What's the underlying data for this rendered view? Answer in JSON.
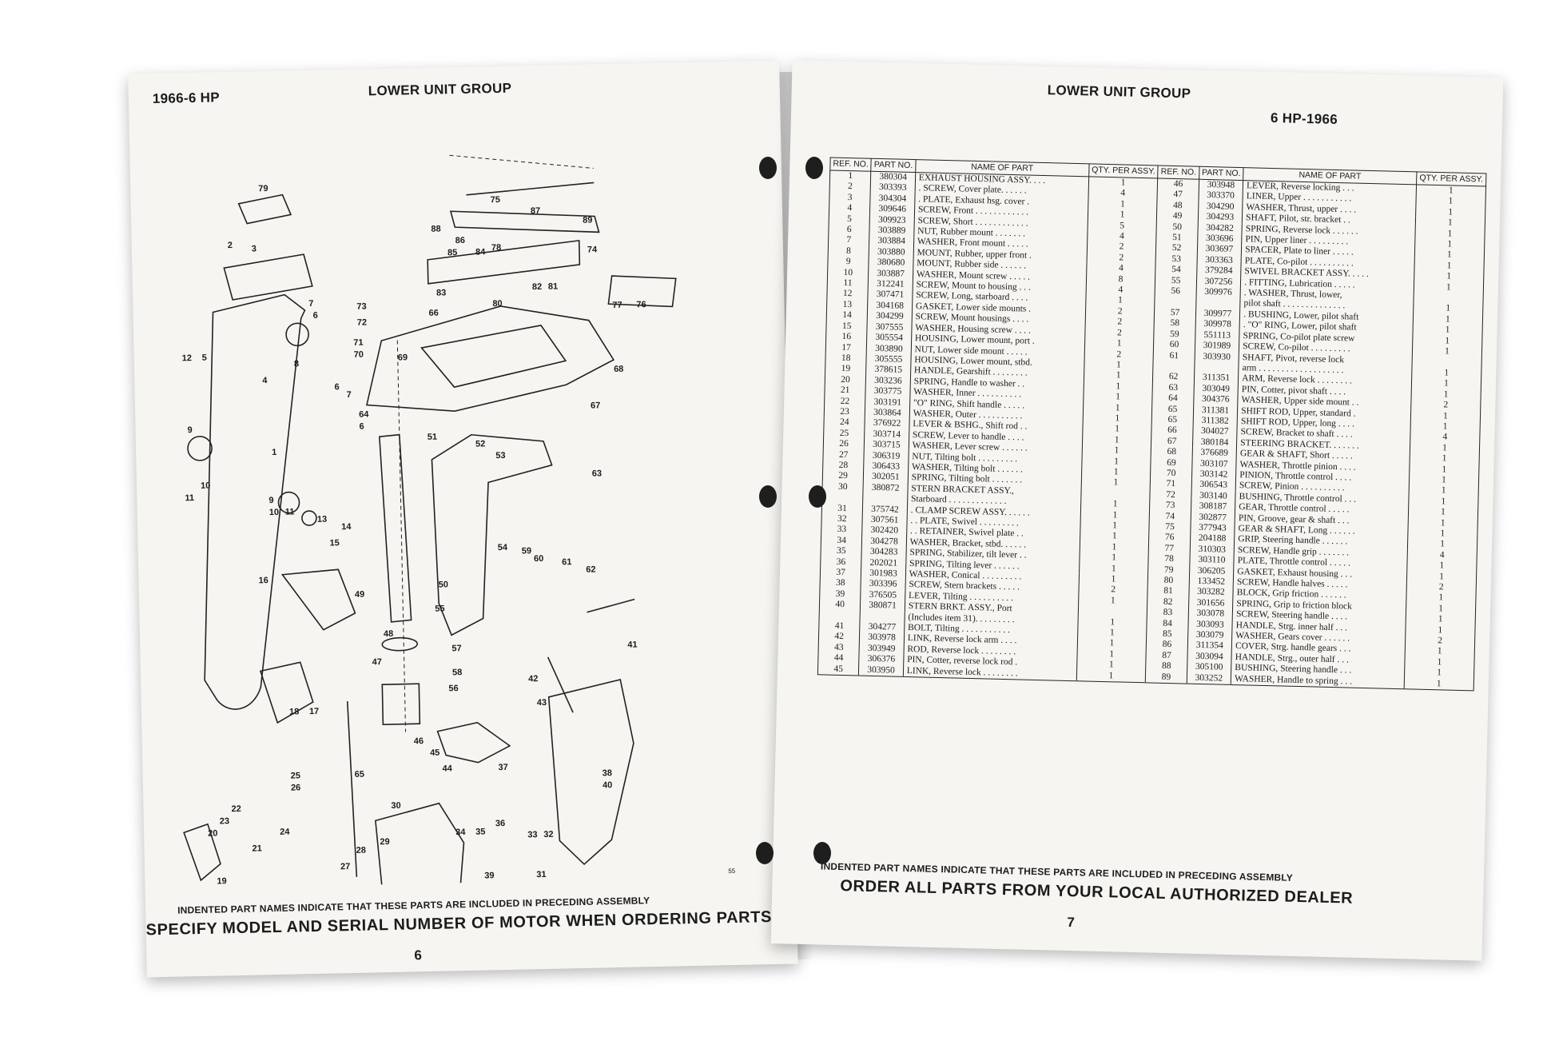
{
  "left_page": {
    "header_left": "1966-6 HP",
    "header_center": "LOWER UNIT GROUP",
    "footer_note": "INDENTED PART NAMES INDICATE THAT THESE PARTS ARE INCLUDED IN PRECEDING ASSEMBLY",
    "footer_main": "SPECIFY MODEL AND SERIAL NUMBER OF MOTOR WHEN ORDERING PARTS",
    "page_number": "6",
    "figure_mark": "55",
    "callouts": [
      "79",
      "2",
      "3",
      "12",
      "5",
      "4",
      "7",
      "6",
      "8",
      "9",
      "10",
      "11",
      "1",
      "73",
      "72",
      "71",
      "70",
      "66",
      "69",
      "6",
      "7",
      "64",
      "6",
      "75",
      "87",
      "88",
      "86",
      "85",
      "89",
      "74",
      "84",
      "78",
      "82",
      "81",
      "83",
      "80",
      "77",
      "76",
      "68",
      "67",
      "51",
      "52",
      "53",
      "63",
      "9",
      "10",
      "11",
      "13",
      "14",
      "15",
      "16",
      "49",
      "50",
      "54",
      "59",
      "60",
      "61",
      "62",
      "55",
      "48",
      "47",
      "18",
      "17",
      "57",
      "58",
      "56",
      "42",
      "43",
      "41",
      "46",
      "45",
      "44",
      "37",
      "38",
      "40",
      "25",
      "26",
      "65",
      "22",
      "23",
      "20",
      "21",
      "24",
      "19",
      "30",
      "34",
      "35",
      "36",
      "28",
      "29",
      "27",
      "33",
      "32",
      "31",
      "39"
    ]
  },
  "right_page": {
    "header_center": "LOWER UNIT GROUP",
    "header_right": "6 HP-1966",
    "footer_note": "INDENTED PART NAMES INDICATE THAT THESE PARTS ARE INCLUDED IN PRECEDING ASSEMBLY",
    "footer_main": "ORDER ALL PARTS FROM YOUR LOCAL AUTHORIZED DEALER",
    "page_number": "7",
    "table_headers": {
      "ref": "REF. NO.",
      "part": "PART NO.",
      "name": "NAME OF PART",
      "qty": "QTY. PER ASSY."
    },
    "left_rows": [
      [
        "1",
        "380304",
        "EXHAUST HOUSING ASSY. . . .",
        "1"
      ],
      [
        "2",
        "303393",
        ". SCREW, Cover plate. . . . . .",
        "4"
      ],
      [
        "3",
        "304304",
        ". PLATE, Exhaust hsg. cover .",
        "1"
      ],
      [
        "4",
        "309646",
        "SCREW, Front . . . . . . . . . . . .",
        "1"
      ],
      [
        "5",
        "309923",
        "SCREW, Short . . . . . . . . . . . .",
        "5"
      ],
      [
        "6",
        "303889",
        "NUT, Rubber mount . . . . . . .",
        "4"
      ],
      [
        "7",
        "303884",
        "WASHER, Front mount . . . . .",
        "2"
      ],
      [
        "8",
        "303880",
        "MOUNT, Rubber, upper front .",
        "2"
      ],
      [
        "9",
        "380680",
        "MOUNT, Rubber side . . . . . .",
        "4"
      ],
      [
        "10",
        "303887",
        "WASHER, Mount screw . . . . .",
        "8"
      ],
      [
        "11",
        "312241",
        "SCREW, Mount to housing . . .",
        "4"
      ],
      [
        "12",
        "307471",
        "SCREW, Long, starboard . . . .",
        "1"
      ],
      [
        "13",
        "304168",
        "GASKET, Lower side mounts .",
        "2"
      ],
      [
        "14",
        "304299",
        "SCREW, Mount housings . . . .",
        "2"
      ],
      [
        "15",
        "307555",
        "WASHER, Housing screw . . . .",
        "2"
      ],
      [
        "16",
        "305554",
        "HOUSING, Lower mount, port .",
        "1"
      ],
      [
        "17",
        "303890",
        "NUT, Lower side mount . . . . .",
        "2"
      ],
      [
        "18",
        "305555",
        "HOUSING, Lower mount, stbd.",
        "1"
      ],
      [
        "19",
        "378615",
        "HANDLE, Gearshift . . . . . . . .",
        "1"
      ],
      [
        "20",
        "303236",
        "SPRING, Handle to washer . .",
        "1"
      ],
      [
        "21",
        "303775",
        "WASHER, Inner . . . . . . . . . .",
        "1"
      ],
      [
        "22",
        "303191",
        "\"O\" RING, Shift handle . . . . .",
        "1"
      ],
      [
        "23",
        "303864",
        "WASHER, Outer . . . . . . . . . .",
        "1"
      ],
      [
        "24",
        "376922",
        "LEVER & BSHG., Shift rod . .",
        "1"
      ],
      [
        "25",
        "303714",
        "SCREW, Lever to handle . . . .",
        "1"
      ],
      [
        "26",
        "303715",
        "WASHER, Lever screw . . . . . .",
        "1"
      ],
      [
        "27",
        "306319",
        "NUT, Tilting bolt . . . . . . . . .",
        "1"
      ],
      [
        "28",
        "306433",
        "WASHER, Tilting bolt . . . . . .",
        "1"
      ],
      [
        "29",
        "302051",
        "SPRING, Tilting bolt . . . . . . .",
        "1"
      ],
      [
        "30",
        "380872",
        "STERN BRACKET ASSY.,",
        ""
      ],
      [
        "",
        "",
        "Starboard . . . . . . . . . . . . .",
        "1"
      ],
      [
        "31",
        "375742",
        ". CLAMP SCREW ASSY. . . . . .",
        "1"
      ],
      [
        "32",
        "307561",
        ". . PLATE, Swivel . . . . . . . . .",
        "1"
      ],
      [
        "33",
        "302420",
        ". . RETAINER, Swivel plate . .",
        "1"
      ],
      [
        "34",
        "304278",
        "WASHER, Bracket, stbd. . . . . .",
        "1"
      ],
      [
        "35",
        "304283",
        "SPRING, Stabilizer, tilt lever . .",
        "1"
      ],
      [
        "36",
        "202021",
        "SPRING, Tilting lever . . . . . .",
        "1"
      ],
      [
        "37",
        "301983",
        "WASHER, Conical . . . . . . . . .",
        "1"
      ],
      [
        "38",
        "303396",
        "SCREW, Stern brackets . . . . .",
        "2"
      ],
      [
        "39",
        "376505",
        "LEVER, Tilting . . . . . . . . . .",
        "1"
      ],
      [
        "40",
        "380871",
        "STERN BRKT. ASSY., Port",
        ""
      ],
      [
        "",
        "",
        "(Includes item 31). . . . . . . . .",
        "1"
      ],
      [
        "41",
        "304277",
        "BOLT, Tilting . . . . . . . . . . .",
        "1"
      ],
      [
        "42",
        "303978",
        "LINK, Reverse lock arm . . . .",
        "1"
      ],
      [
        "43",
        "303949",
        "ROD, Reverse lock . . . . . . . .",
        "1"
      ],
      [
        "44",
        "306376",
        "PIN, Cotter, reverse lock rod .",
        "1"
      ],
      [
        "45",
        "303950",
        "LINK, Reverse lock . . . . . . . .",
        "1"
      ]
    ],
    "right_rows": [
      [
        "46",
        "303948",
        "LEVER, Reverse locking . . .",
        "1"
      ],
      [
        "47",
        "303370",
        "LINER, Upper . . . . . . . . . . .",
        "1"
      ],
      [
        "48",
        "304290",
        "WASHER, Thrust, upper . . . .",
        "1"
      ],
      [
        "49",
        "304293",
        "SHAFT, Pilot, str. bracket . .",
        "1"
      ],
      [
        "50",
        "304282",
        "SPRING, Reverse lock . . . . . .",
        "1"
      ],
      [
        "51",
        "303696",
        "PIN, Upper liner . . . . . . . . .",
        "1"
      ],
      [
        "52",
        "303697",
        "SPACER, Plate to liner . . . . .",
        "1"
      ],
      [
        "53",
        "303363",
        "PLATE, Co-pilot . . . . . . . . . .",
        "1"
      ],
      [
        "54",
        "379284",
        "SWIVEL BRACKET ASSY. . . . .",
        "1"
      ],
      [
        "55",
        "307256",
        ". FITTING, Lubrication . . . . .",
        "1"
      ],
      [
        "56",
        "309976",
        ". WASHER, Thrust, lower,",
        ""
      ],
      [
        "",
        "",
        "pilot shaft . . . . . . . . . . . . . .",
        "1"
      ],
      [
        "57",
        "309977",
        ". BUSHING, Lower, pilot shaft",
        "1"
      ],
      [
        "58",
        "309978",
        ". \"O\" RING, Lower, pilot shaft",
        "1"
      ],
      [
        "59",
        "551113",
        "SPRING, Co-pilot plate screw",
        "1"
      ],
      [
        "60",
        "301989",
        "SCREW, Co-pilot . . . . . . . . .",
        "1"
      ],
      [
        "61",
        "303930",
        "SHAFT, Pivot, reverse lock",
        ""
      ],
      [
        "",
        "",
        "arm . . . . . . . . . . . . . . . . . . .",
        "1"
      ],
      [
        "62",
        "311351",
        "ARM, Reverse lock . . . . . . . .",
        "1"
      ],
      [
        "63",
        "303049",
        "PIN, Cotter, pivot shaft . . . .",
        "1"
      ],
      [
        "64",
        "304376",
        "WASHER, Upper side mount . .",
        "2"
      ],
      [
        "65",
        "311381",
        "SHIFT ROD, Upper, standard .",
        "1"
      ],
      [
        "65",
        "311382",
        "SHIFT ROD, Upper, long . . . .",
        "1"
      ],
      [
        "66",
        "304027",
        "SCREW, Bracket to shaft . . . .",
        "4"
      ],
      [
        "67",
        "380184",
        "STEERING BRACKET. . . . . . .",
        "1"
      ],
      [
        "68",
        "376689",
        "GEAR & SHAFT, Short . . . . .",
        "1"
      ],
      [
        "69",
        "303107",
        "WASHER, Throttle pinion . . . .",
        "1"
      ],
      [
        "70",
        "303142",
        "PINION, Throttle control . . . .",
        "1"
      ],
      [
        "71",
        "306543",
        "SCREW, Pinion . . . . . . . . . .",
        "1"
      ],
      [
        "72",
        "303140",
        "BUSHING, Throttle control . . .",
        "1"
      ],
      [
        "73",
        "308187",
        "GEAR, Throttle control . . . . .",
        "1"
      ],
      [
        "74",
        "302877",
        "PIN, Groove, gear & shaft . . .",
        "1"
      ],
      [
        "75",
        "377943",
        "GEAR & SHAFT, Long . . . . . .",
        "1"
      ],
      [
        "76",
        "204188",
        "GRIP, Steering handle . . . . . .",
        "1"
      ],
      [
        "77",
        "310303",
        "SCREW, Handle grip . . . . . . .",
        "4"
      ],
      [
        "78",
        "303110",
        "PLATE, Throttle control . . . . .",
        "1"
      ],
      [
        "79",
        "306205",
        "GASKET, Exhaust housing . . .",
        "1"
      ],
      [
        "80",
        "133452",
        "SCREW, Handle halves . . . . .",
        "2"
      ],
      [
        "81",
        "303282",
        "BLOCK, Grip friction . . . . . .",
        "1"
      ],
      [
        "82",
        "301656",
        "SPRING, Grip to friction block",
        "1"
      ],
      [
        "83",
        "303078",
        "SCREW, Steering handle . . . .",
        "1"
      ],
      [
        "84",
        "303093",
        "HANDLE, Strg. inner half . . .",
        "1"
      ],
      [
        "85",
        "303079",
        "WASHER, Gears cover . . . . . .",
        "2"
      ],
      [
        "86",
        "311354",
        "COVER, Strg. handle gears . . .",
        "1"
      ],
      [
        "87",
        "303094",
        "HANDLE, Strg., outer half . . .",
        "1"
      ],
      [
        "88",
        "305100",
        "BUSHING, Steering handle . . .",
        "1"
      ],
      [
        "89",
        "303252",
        "WASHER, Handle to spring . . .",
        "1"
      ]
    ]
  }
}
